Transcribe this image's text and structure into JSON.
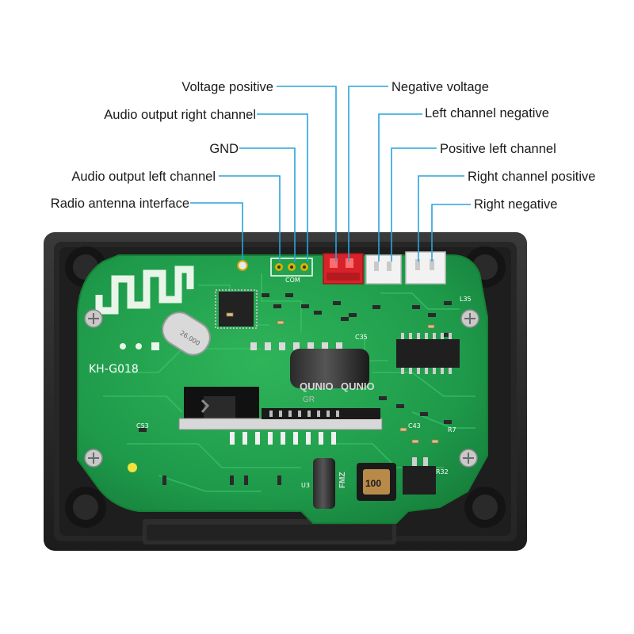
{
  "labels": {
    "voltage_positive": "Voltage positive",
    "audio_right": "Audio output right channel",
    "gnd": "GND",
    "audio_left": "Audio output left channel",
    "radio_antenna": "Radio antenna interface",
    "negative_voltage": "Negative voltage",
    "left_negative": "Left channel negative",
    "left_positive": "Positive left channel",
    "right_positive": "Right channel positive",
    "right_negative": "Right negative"
  },
  "board": {
    "model": "KH-G018",
    "crystal": "26.000",
    "capacitor_brand": "QUNIO",
    "capacitor_code": "GR",
    "small_cap_brand": "FMZ",
    "inductor_value": "100",
    "silk_com": "COM",
    "silk_c35": "C35",
    "silk_l35": "L35",
    "silk_u3": "U3",
    "silk_c43": "C43",
    "silk_r7": "R7",
    "silk_r32": "R32",
    "silk_c53": "C53"
  },
  "colors": {
    "leader": "#29a3dc",
    "pcb": "#1e9a4a",
    "frame": "#2b2b2b",
    "red_connector": "#d8222a",
    "white_connector": "#f2f2f2"
  }
}
